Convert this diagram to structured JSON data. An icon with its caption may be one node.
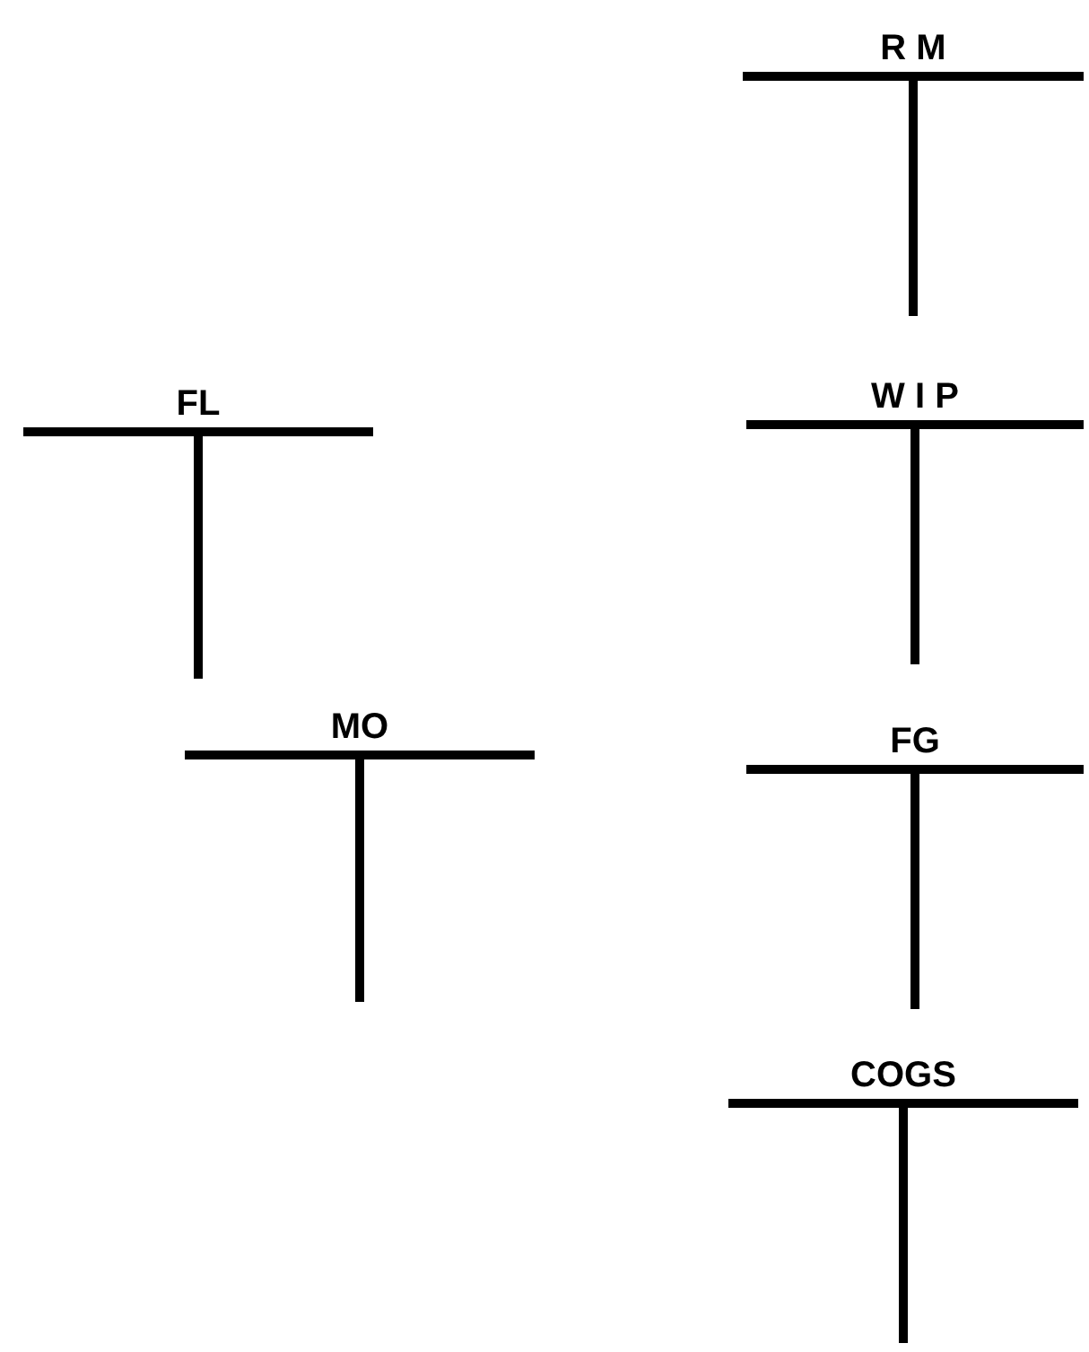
{
  "diagram": {
    "nodes": [
      {
        "text": [
          "R M"
        ]
      },
      {
        "text": [
          "FL"
        ]
      },
      {
        "text": [
          "W I P"
        ]
      },
      {
        "text": [
          "MO"
        ]
      },
      {
        "text": [
          "FG"
        ]
      },
      {
        "text": [
          "COGS"
        ]
      }
    ]
  }
}
